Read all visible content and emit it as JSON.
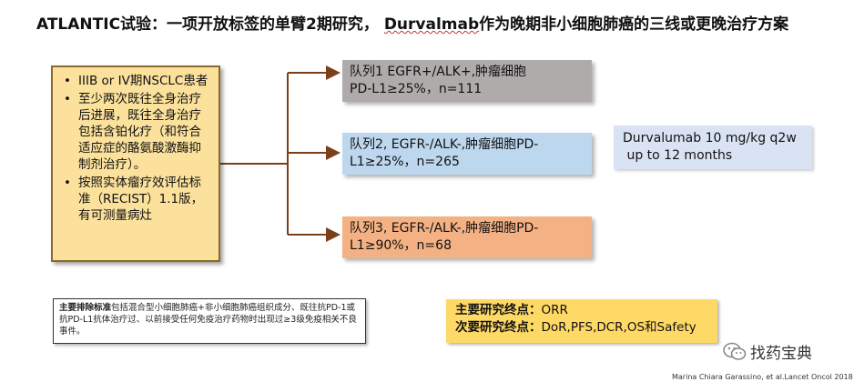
{
  "title": {
    "prefix": "ATLANTIC试验：一项开放标签的单臂2期研究，",
    "drug": "Durvalmab",
    "suffix": "作为晚期非小细胞肺癌的三线或更晚治疗方案"
  },
  "inclusion": {
    "bullet": "•",
    "items": [
      "IIIB or IV期NSCLC患者",
      "至少两次既往全身治疗后进展，既往全身治疗包括含铂化疗（和符合适应症的酪氨酸激酶抑制剂治疗）。",
      "按照实体瘤疗效评估标准（RECIST）1.1版，有可测量病灶"
    ]
  },
  "cohorts": [
    {
      "line1": "队列1 EGFR+/ALK+,肿瘤细胞",
      "line2": "PD-L1≥25%，n=111"
    },
    {
      "line1": "队列2, EGFR-/ALK-,肿瘤细胞PD-",
      "line2": "L1≥25%，n=265"
    },
    {
      "line1": "队列3, EGFR-/ALK-,肿瘤细胞PD-",
      "line2": "L1≥90%，n=68"
    }
  ],
  "dose": {
    "line1": "Durvalumab 10 mg/kg q2w",
    "line2": " up to 12 months"
  },
  "exclusion": {
    "label": "主要排除标准",
    "text": "包括混合型小细胞肺癌+非小细胞肺癌组织成分、既往抗PD-1或抗PD-L1抗体治疗过、以前接受任何免疫治疗药物时出现过≥3级免疫相关不良事件。"
  },
  "endpoints": {
    "primary_label": "主要研究终点：",
    "primary_value": "ORR",
    "secondary_label": "次要研究终点：",
    "secondary_value": "DoR,PFS,DCR,OS和Safety"
  },
  "brand": {
    "icon": "wechat-icon",
    "name": "找药宝典"
  },
  "citation": "Marina Chiara Garassino, et al.Lancet Oncol 2018",
  "colors": {
    "inclusion_bg": "#fbe19c",
    "cohort1": "#afabab",
    "cohort2": "#bdd7ee",
    "cohort3": "#f4b183",
    "dose_bg": "#dae3f3",
    "endpoints_bg": "#ffd966",
    "arrow": "#7b3f1a"
  }
}
